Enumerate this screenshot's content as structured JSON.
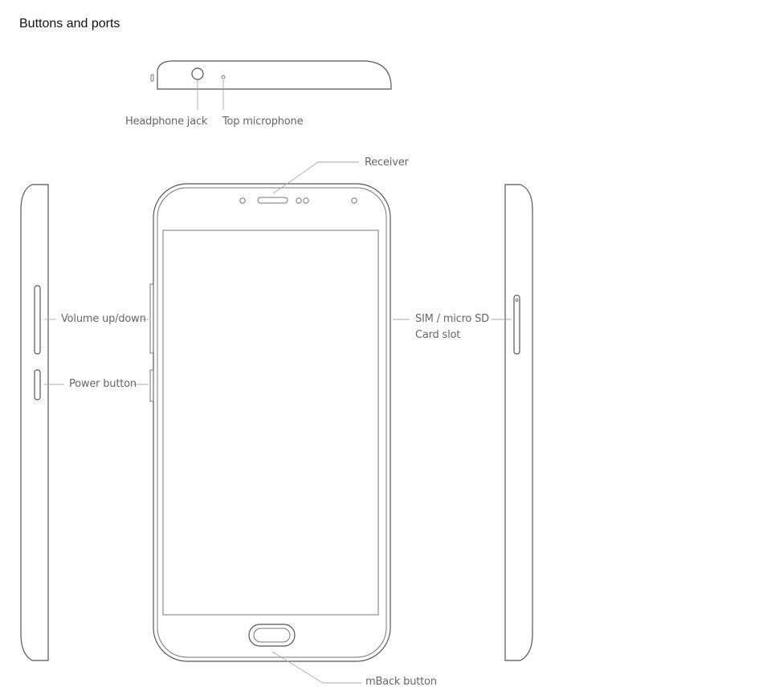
{
  "page": {
    "title": "Buttons and ports"
  },
  "labels": {
    "headphone_jack": "Headphone jack",
    "top_microphone": "Top microphone",
    "receiver": "Receiver",
    "volume": "Volume up/down",
    "power": "Power button",
    "sim_line1": "SIM / micro SD",
    "sim_line2": "Card slot",
    "mback": "mBack button"
  }
}
